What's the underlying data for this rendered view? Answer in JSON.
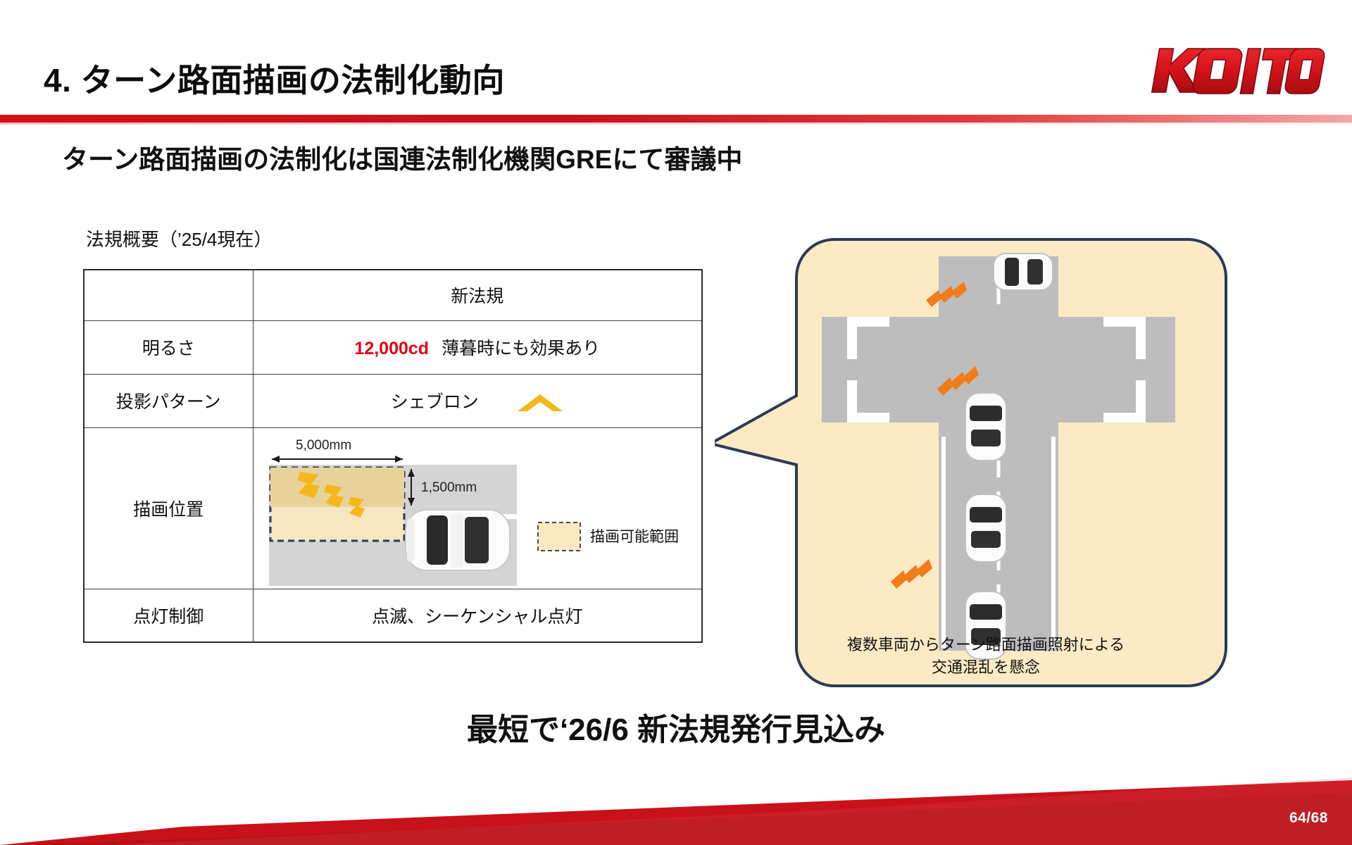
{
  "header": {
    "title": "4. ターン路面描画の法制化動向",
    "logo_text": "KOITO",
    "accent_color": "#d2111b",
    "rule_color": "#d51217"
  },
  "subtitle": "ターン路面描画の法制化は国連法制化機関GREにて審議中",
  "table": {
    "caption": "法規概要（’25/4現在）",
    "header": {
      "label": "",
      "value": "新法規"
    },
    "rows": [
      {
        "label": "明るさ",
        "value_red": "12,000cd",
        "value_rest": "薄暮時にも効果あり"
      },
      {
        "label": "投影パターン",
        "value": "シェブロン",
        "icon": "chevron-icon",
        "icon_color": "#f5b81a"
      },
      {
        "label": "描画位置",
        "value": ""
      },
      {
        "label": "点灯制御",
        "value": "点滅、シーケンシャル点灯"
      }
    ]
  },
  "diagram": {
    "dim_length": "5,000mm",
    "dim_width": "1,500mm",
    "legend_label": "描画可能範囲",
    "legend_color": "#fae9c1",
    "road_color": "#d4d4d4",
    "chevron_color": "#f5b81a"
  },
  "callout": {
    "caption_line1": "複数車両からターン路面描画照射による",
    "caption_line2": "交通混乱を懸念",
    "bubble_fill": "#fbeac4",
    "bubble_stroke": "#2b3a55",
    "road_color": "#bdbdbd",
    "chevron_color": "#f07c1a"
  },
  "conclusion": "最短で‘26/6 新法規発行見込み",
  "footer": {
    "page": "64/68",
    "band_color": "#c8111a"
  }
}
